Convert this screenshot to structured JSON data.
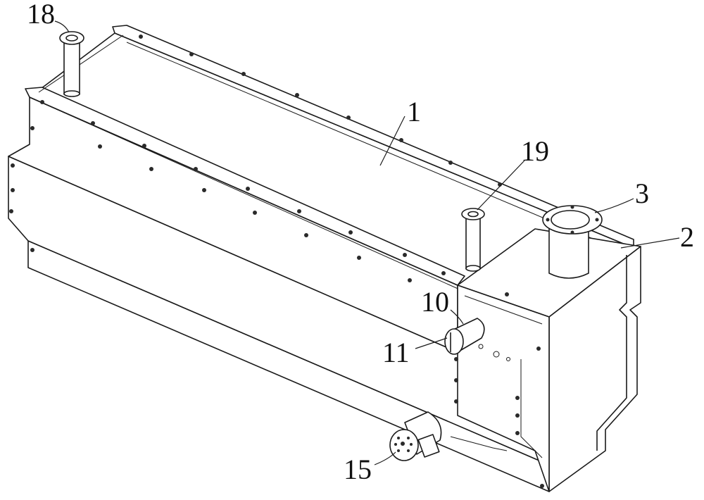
{
  "figure": {
    "callouts": [
      {
        "id": "c1",
        "label": "1"
      },
      {
        "id": "c2",
        "label": "2"
      },
      {
        "id": "c3",
        "label": "3"
      },
      {
        "id": "c10",
        "label": "10"
      },
      {
        "id": "c11",
        "label": "11"
      },
      {
        "id": "c15",
        "label": "15"
      },
      {
        "id": "c18",
        "label": "18"
      },
      {
        "id": "c19",
        "label": "19"
      }
    ]
  }
}
